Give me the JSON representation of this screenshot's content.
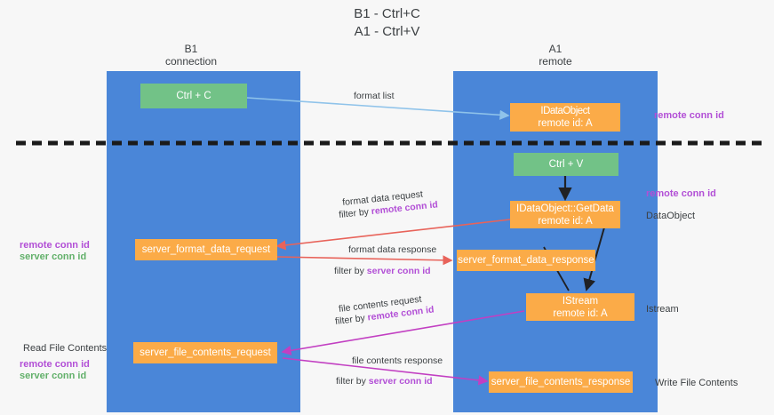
{
  "title": {
    "line1": "B1 - Ctrl+C",
    "line2": "A1 - Ctrl+V"
  },
  "columns": [
    {
      "name": "left",
      "title": "B1",
      "subtitle": "connection"
    },
    {
      "name": "right",
      "title": "A1",
      "subtitle": "remote"
    }
  ],
  "boxes": {
    "ctrl_c": {
      "label": "Ctrl + C"
    },
    "idataobject": {
      "line1": "IDataObject",
      "line2": "remote id: A"
    },
    "ctrl_v": {
      "label": "Ctrl + V"
    },
    "getdata": {
      "line1": "IDataObject::GetData",
      "line2": "remote id: A"
    },
    "server_format_data_request": {
      "label": "server_format_data_request"
    },
    "server_format_data_response": {
      "label": "server_format_data_response"
    },
    "istream": {
      "line1": "IStream",
      "line2": "remote id: A"
    },
    "server_file_contents_request": {
      "label": "server_file_contents_request"
    },
    "server_file_contents_response": {
      "label": "server_file_contents_response"
    }
  },
  "arrow_labels": {
    "format_list": "format list",
    "format_data_request": "format data request",
    "format_data_request_filter_prefix": "filter by ",
    "format_data_request_filter_key": "remote conn id",
    "format_data_response": "format data response",
    "format_data_response_filter_prefix": "filter by ",
    "format_data_response_filter_key": "server conn id",
    "file_contents_request": "file contents request",
    "file_contents_request_filter_prefix": "filter by ",
    "file_contents_request_filter_key": "remote conn id",
    "file_contents_response": "file contents response",
    "file_contents_response_filter_prefix": "filter by ",
    "file_contents_response_filter_key": "server conn id"
  },
  "side_labels": {
    "right_remote_conn_id_top": "remote conn id",
    "right_remote_conn_id_mid": "remote conn id",
    "right_dataobject": "DataObject",
    "right_istream": "Istream",
    "right_write_file_contents": "Write File Contents",
    "left_remote_conn_id": "remote conn id",
    "left_server_conn_id": "server conn id",
    "left_read_file_contents": "Read File Contents",
    "left_remote_conn_id_2": "remote conn id",
    "left_server_conn_id_2": "server conn id"
  },
  "colors": {
    "column_blue": "#4a86d8",
    "box_green": "#72c287",
    "box_orange": "#fbab48",
    "accent_purple": "#b24fd6",
    "accent_green": "#62b06a",
    "arrow_red": "#e8635a",
    "arrow_magenta": "#c23fc2",
    "arrow_lightblue": "#8fc3ea",
    "arrow_black": "#202124",
    "divider": "#1a1a1a",
    "background": "#f7f7f7"
  }
}
